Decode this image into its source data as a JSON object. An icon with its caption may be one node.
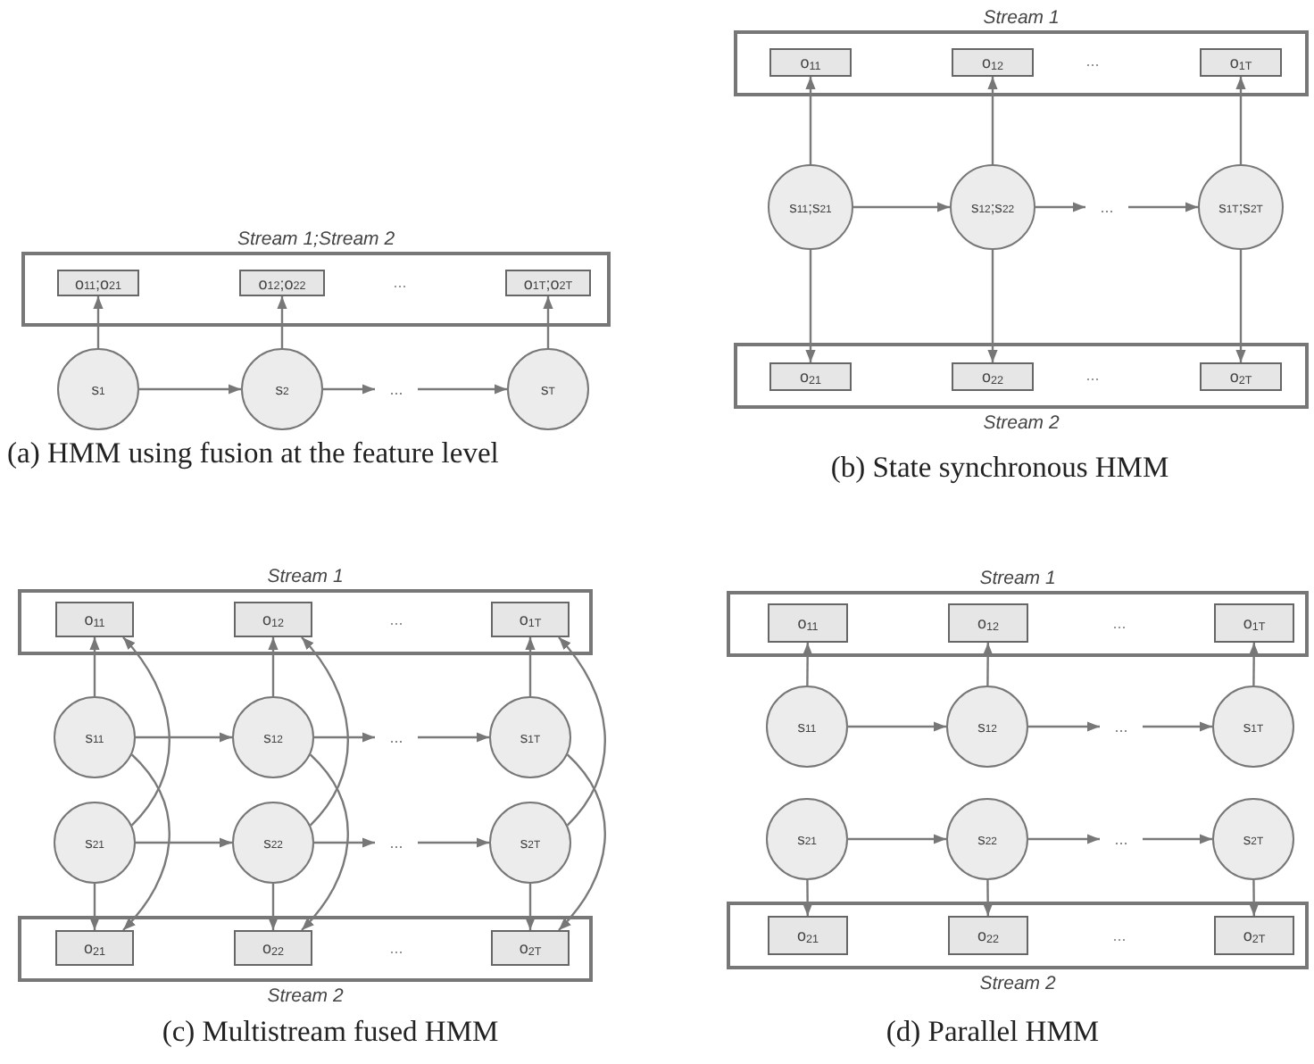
{
  "diagram": {
    "nodes": [
      {
        "text": [
          "Stream 1;Stream 2"
        ]
      },
      {
        "text": [
          "o$_{11}$;o$_{21}$"
        ],
        "in": 0
      },
      {
        "text": [
          "o$_{12}$;o$_{22}$"
        ],
        "in": 0
      },
      {
        "text": [
          "o$_{1T}$;o$_{2T}$"
        ],
        "in": 0
      },
      {
        "text": [
          "s$_{1}$"
        ]
      },
      {
        "text": [
          "s$_{2}$"
        ]
      },
      {
        "text": [
          "..."
        ]
      },
      {
        "text": [
          "s$_{T}$"
        ]
      },
      {
        "text": [
          "Stream 1"
        ]
      },
      {
        "text": [
          "o$_{11}$"
        ],
        "in": 8
      },
      {
        "text": [
          "o$_{12}$"
        ],
        "in": 8
      },
      {
        "text": [
          "o$_{1T}$"
        ],
        "in": 8
      },
      {
        "text": [
          "Stream 2"
        ]
      },
      {
        "text": [
          "o$_{21}$"
        ],
        "in": 12
      },
      {
        "text": [
          "o$_{22}$"
        ],
        "in": 12
      },
      {
        "text": [
          "o$_{2T}$"
        ],
        "in": 12
      },
      {
        "text": [
          "s$_{11}$;s$_{21}$"
        ]
      },
      {
        "text": [
          "s$_{12}$;s$_{22}$"
        ]
      },
      {
        "text": [
          "..."
        ]
      },
      {
        "text": [
          "s$_{1T}$;s$_{2T}$"
        ]
      },
      {
        "text": [
          "Stream 1"
        ]
      },
      {
        "text": [
          "o$_{11}$"
        ],
        "in": 20
      },
      {
        "text": [
          "o$_{12}$"
        ],
        "in": 20
      },
      {
        "text": [
          "o$_{1T}$"
        ],
        "in": 20
      },
      {
        "text": [
          "Stream 2"
        ]
      },
      {
        "text": [
          "o$_{21}$"
        ],
        "in": 24
      },
      {
        "text": [
          "o$_{22}$"
        ],
        "in": 24
      },
      {
        "text": [
          "o$_{2T}$"
        ],
        "in": 24
      },
      {
        "text": [
          "s$_{11}$"
        ]
      },
      {
        "text": [
          "s$_{12}$"
        ]
      },
      {
        "text": [
          "..."
        ]
      },
      {
        "text": [
          "s$_{1T}$"
        ]
      },
      {
        "text": [
          "s$_{21}$"
        ]
      },
      {
        "text": [
          "s$_{22}$"
        ]
      },
      {
        "text": [
          "..."
        ]
      },
      {
        "text": [
          "s$_{2T}$"
        ]
      },
      {
        "text": [
          "Stream 1"
        ]
      },
      {
        "text": [
          "o$_{11}$"
        ],
        "in": 36
      },
      {
        "text": [
          "o$_{12}$"
        ],
        "in": 36
      },
      {
        "text": [
          "o$_{1T}$"
        ],
        "in": 36
      },
      {
        "text": [
          "Stream 2"
        ]
      },
      {
        "text": [
          "o$_{21}$"
        ],
        "in": 40
      },
      {
        "text": [
          "o$_{22}$"
        ],
        "in": 40
      },
      {
        "text": [
          "o$_{2T}$"
        ],
        "in": 40
      },
      {
        "text": [
          "s$_{11}$"
        ]
      },
      {
        "text": [
          "s$_{12}$"
        ]
      },
      {
        "text": [
          "..."
        ]
      },
      {
        "text": [
          "s$_{1T}$"
        ]
      },
      {
        "text": [
          "s$_{21}$"
        ]
      },
      {
        "text": [
          "s$_{22}$"
        ]
      },
      {
        "text": [
          "..."
        ]
      },
      {
        "text": [
          "s$_{2T}$"
        ]
      }
    ],
    "edges": [
      {
        "from": 4,
        "to": 1,
        "arrow": "to"
      },
      {
        "from": 5,
        "to": 2,
        "arrow": "to"
      },
      {
        "from": 7,
        "to": 3,
        "arrow": "to"
      },
      {
        "from": 4,
        "to": 5,
        "arrow": "to"
      },
      {
        "from": 5,
        "to": 6,
        "arrow": "to"
      },
      {
        "from": 6,
        "to": 7,
        "arrow": "to"
      },
      {
        "from": 16,
        "to": 9,
        "arrow": "to"
      },
      {
        "from": 17,
        "to": 10,
        "arrow": "to"
      },
      {
        "from": 19,
        "to": 11,
        "arrow": "to"
      },
      {
        "from": 16,
        "to": 13,
        "arrow": "to"
      },
      {
        "from": 17,
        "to": 14,
        "arrow": "to"
      },
      {
        "from": 19,
        "to": 15,
        "arrow": "to"
      },
      {
        "from": 16,
        "to": 17,
        "arrow": "to"
      },
      {
        "from": 17,
        "to": 18,
        "arrow": "to"
      },
      {
        "from": 18,
        "to": 19,
        "arrow": "to"
      },
      {
        "from": 28,
        "to": 21,
        "arrow": "to"
      },
      {
        "from": 29,
        "to": 22,
        "arrow": "to"
      },
      {
        "from": 31,
        "to": 23,
        "arrow": "to"
      },
      {
        "from": 32,
        "to": 25,
        "arrow": "to"
      },
      {
        "from": 33,
        "to": 26,
        "arrow": "to"
      },
      {
        "from": 35,
        "to": 27,
        "arrow": "to"
      },
      {
        "from": 32,
        "to": 21,
        "arrow": "to"
      },
      {
        "from": 28,
        "to": 25,
        "arrow": "to"
      },
      {
        "from": 33,
        "to": 22,
        "arrow": "to"
      },
      {
        "from": 29,
        "to": 26,
        "arrow": "to"
      },
      {
        "from": 35,
        "to": 23,
        "arrow": "to"
      },
      {
        "from": 31,
        "to": 27,
        "arrow": "to"
      },
      {
        "from": 28,
        "to": 29,
        "arrow": "to"
      },
      {
        "from": 29,
        "to": 30,
        "arrow": "to"
      },
      {
        "from": 30,
        "to": 31,
        "arrow": "to"
      },
      {
        "from": 32,
        "to": 33,
        "arrow": "to"
      },
      {
        "from": 33,
        "to": 34,
        "arrow": "to"
      },
      {
        "from": 34,
        "to": 35,
        "arrow": "to"
      },
      {
        "from": 44,
        "to": 37,
        "arrow": "to"
      },
      {
        "from": 45,
        "to": 38,
        "arrow": "to"
      },
      {
        "from": 47,
        "to": 39,
        "arrow": "to"
      },
      {
        "from": 48,
        "to": 41,
        "arrow": "to"
      },
      {
        "from": 49,
        "to": 42,
        "arrow": "to"
      },
      {
        "from": 51,
        "to": 43,
        "arrow": "to"
      },
      {
        "from": 44,
        "to": 45,
        "arrow": "to"
      },
      {
        "from": 45,
        "to": 46,
        "arrow": "to"
      },
      {
        "from": 46,
        "to": 47,
        "arrow": "to"
      },
      {
        "from": 48,
        "to": 49,
        "arrow": "to"
      },
      {
        "from": 49,
        "to": 50,
        "arrow": "to"
      },
      {
        "from": 50,
        "to": 51,
        "arrow": "to"
      }
    ],
    "labels": [
      "...",
      "(a) HMM using fusion at the feature level",
      "...",
      "...",
      "(b) State synchronous HMM",
      "...",
      "...",
      "(c) Multistream fused HMM",
      "...",
      "...",
      "(d) Parallel HMM"
    ]
  }
}
